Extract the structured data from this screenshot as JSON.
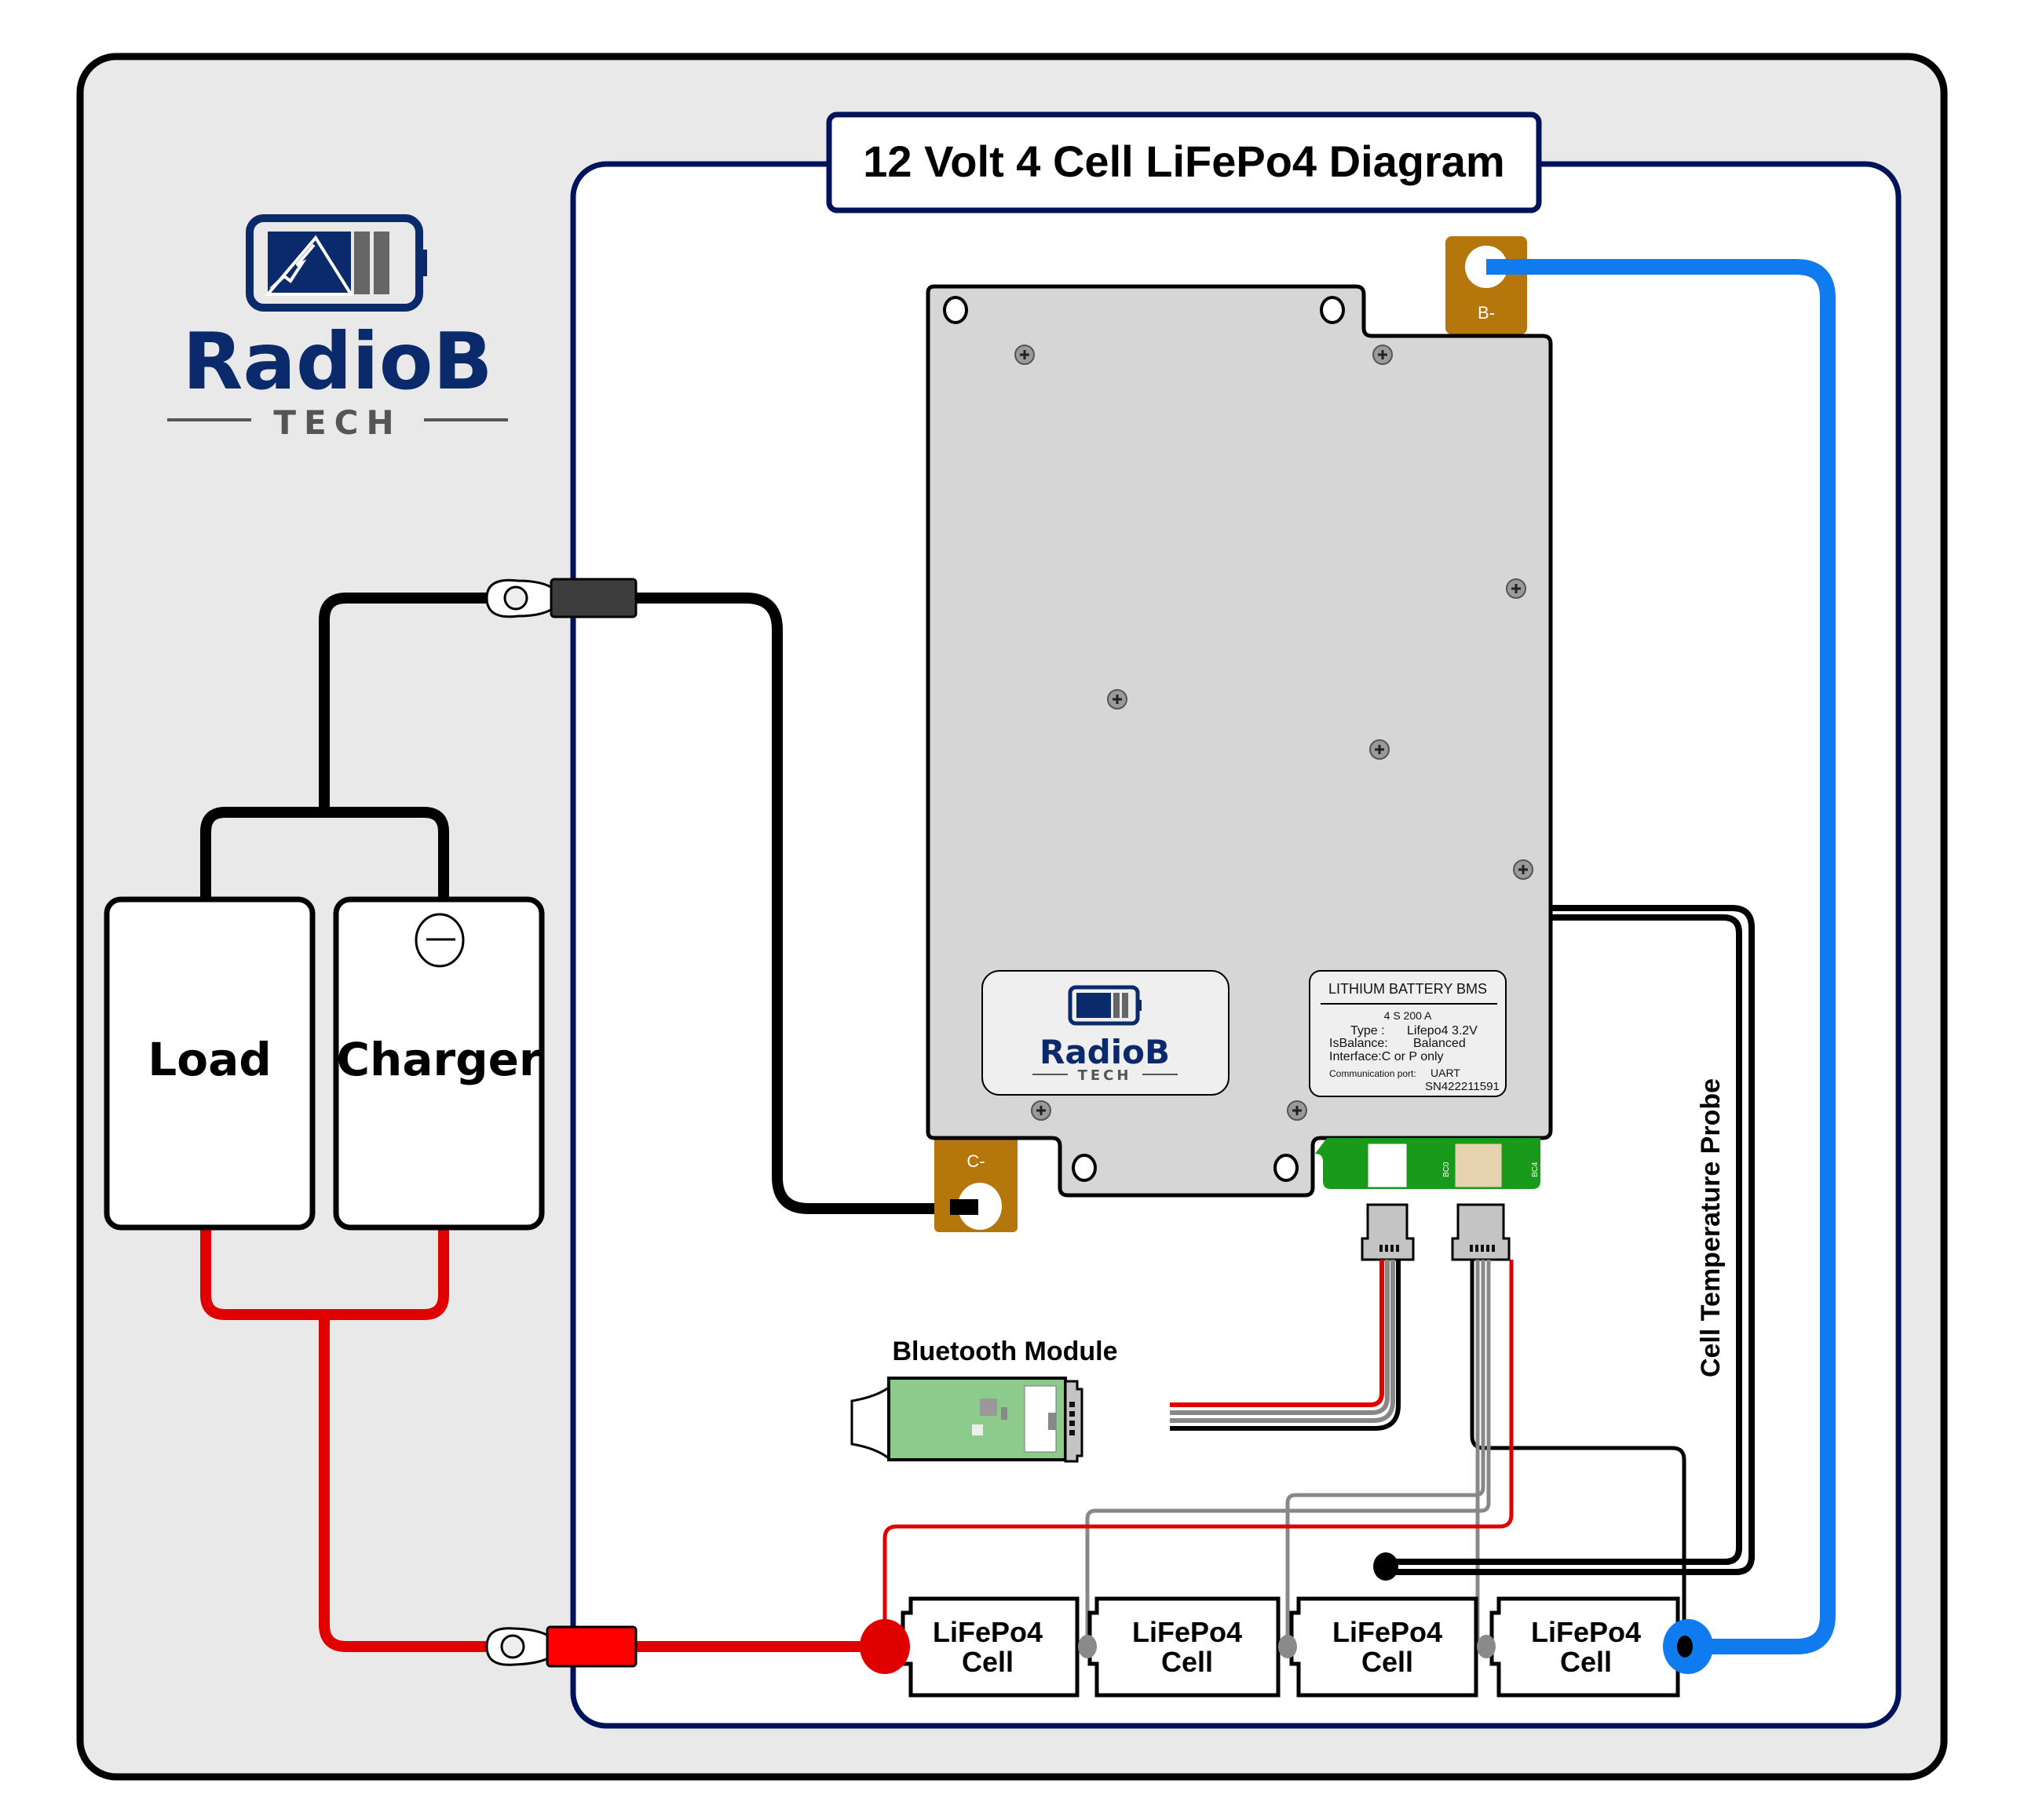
{
  "title": "12 Volt 4 Cell LiFePo4 Diagram",
  "brand": {
    "name": "RadioB",
    "tagline": "TECH",
    "primary_color": "#0a2a6b",
    "secondary_color": "#555555"
  },
  "devices": {
    "load_label": "Load",
    "charger_label": "Charger",
    "charger_polarity_symbol": "negative"
  },
  "bms": {
    "c_terminal_label": "C-",
    "b_terminal_label": "B-",
    "pcb_port_left_label": "BC0",
    "pcb_port_right_label": "BC4",
    "nameplate": {
      "heading": "LITHIUM BATTERY BMS",
      "spec_line": "4  S   200  A",
      "type_label": "Type :",
      "type_value": "Lifepo4  3.2V",
      "balance_label": "IsBalance:",
      "balance_value": "Balanced",
      "interface_line": "Interface:C or  P only",
      "comm_label": "Communication port:",
      "comm_value": "UART",
      "serial": "SN422211591"
    }
  },
  "bluetooth_module_label": "Bluetooth Module",
  "temperature_probe_label": "Cell Temperature Probe",
  "cells": [
    {
      "line1": "LiFePo4",
      "line2": "Cell"
    },
    {
      "line1": "LiFePo4",
      "line2": "Cell"
    },
    {
      "line1": "LiFePo4",
      "line2": "Cell"
    },
    {
      "line1": "LiFePo4",
      "line2": "Cell"
    }
  ],
  "colors": {
    "frame_fill": "#e9e9e9",
    "panel_border": "#00135a",
    "positive_wire": "#e00000",
    "negative_wire": "#000000",
    "b_minus_wire": "#0f7bef",
    "balance_wire": "#8a8a8a",
    "terminal_tab": "#b5760b",
    "bms_plate": "#d6d6d6",
    "pcb_green": "#1a9a1a"
  }
}
